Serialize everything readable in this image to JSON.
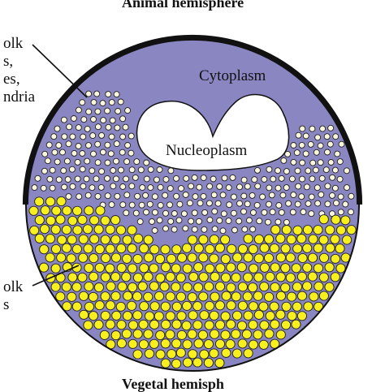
{
  "labels": {
    "top_caption": "Animal hemisphere",
    "bottom_caption": "Vegetal hemisph",
    "cytoplasm": "Cytoplasm",
    "nucleoplasm": "Nucleoplasm",
    "left_top": [
      "olk",
      "s,",
      "es,",
      "ndria"
    ],
    "left_bottom": [
      "olk",
      "s"
    ]
  },
  "colors": {
    "cytoplasm": "#8a86c2",
    "small_granule_fill": "#fbf7dc",
    "large_granule_fill": "#f7ef1e",
    "outline": "#111111",
    "nucleus": "#ffffff"
  }
}
